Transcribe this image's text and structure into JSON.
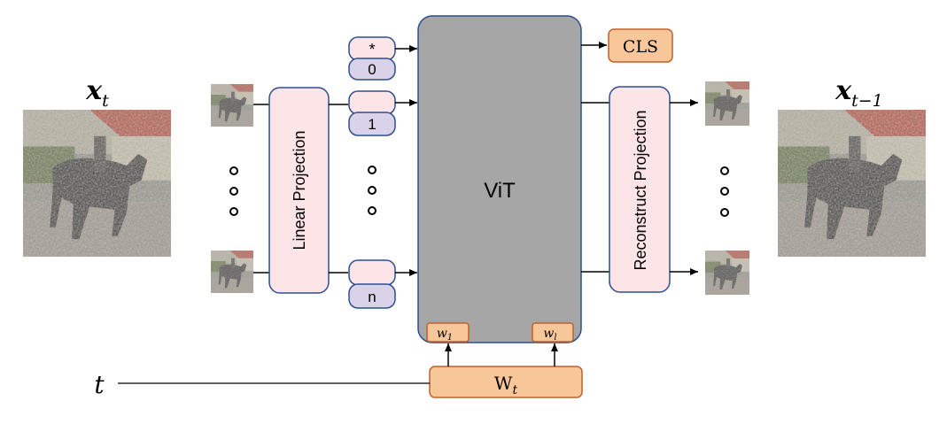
{
  "input": {
    "symbol": "x",
    "subscript": "t"
  },
  "output": {
    "symbol": "x",
    "subscript": "t−1"
  },
  "linear_projection": {
    "label": "Linear Projection"
  },
  "reconstruct_projection": {
    "label": "Reconstruct Projection"
  },
  "tokens": [
    {
      "label": "*",
      "position": "0"
    },
    {
      "label": "",
      "position": "1"
    },
    {
      "label": "",
      "position": "n"
    }
  ],
  "vit": {
    "label": "ViT"
  },
  "cls": {
    "label": "CLS"
  },
  "weights": {
    "left": {
      "symbol": "w",
      "subscript": "1"
    },
    "right": {
      "symbol": "w",
      "subscript": "l"
    }
  },
  "wt": {
    "symbol": "W",
    "subscript": "t"
  },
  "time_input": {
    "symbol": "t"
  },
  "colors": {
    "pink": "#fde4e6",
    "purple": "#d9d2e9",
    "orange": "#f7c79a",
    "vit_gray": "#a6a6a6",
    "border_blue": "#2f4f8f",
    "border_orange": "#c0612b"
  }
}
